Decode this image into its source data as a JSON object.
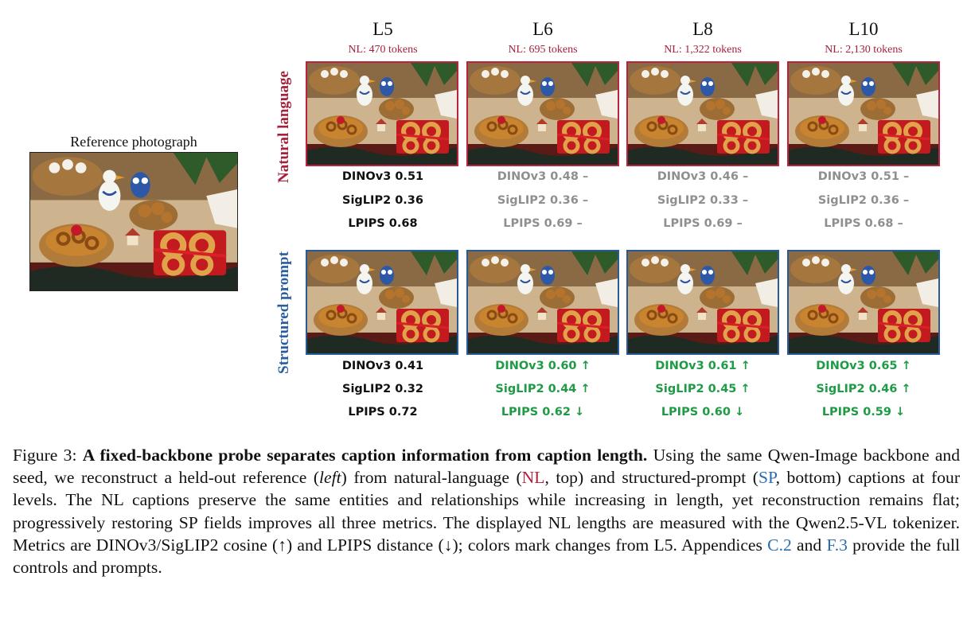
{
  "reference": {
    "caption": "Reference photograph"
  },
  "rows": {
    "nl_label": "Natural language",
    "sp_label": "Structured prompt"
  },
  "levels": [
    {
      "name": "L5",
      "tokens": "NL: 470 tokens",
      "nl": {
        "dino": "DINOv3 0.51",
        "siglip": "SigLIP2 0.36",
        "lpips": "LPIPS 0.68"
      },
      "sp": {
        "dino": "DINOv3 0.41",
        "siglip": "SigLIP2 0.32",
        "lpips": "LPIPS 0.72"
      }
    },
    {
      "name": "L6",
      "tokens": "NL: 695 tokens",
      "nl": {
        "dino": "DINOv3 0.48 –",
        "siglip": "SigLIP2 0.36 –",
        "lpips": "LPIPS 0.69 –"
      },
      "sp": {
        "dino": "DINOv3 0.60 ↑",
        "siglip": "SigLIP2 0.44 ↑",
        "lpips": "LPIPS 0.62 ↓"
      }
    },
    {
      "name": "L8",
      "tokens": "NL: 1,322 tokens",
      "nl": {
        "dino": "DINOv3 0.46 –",
        "siglip": "SigLIP2 0.33 –",
        "lpips": "LPIPS 0.69 –"
      },
      "sp": {
        "dino": "DINOv3 0.61 ↑",
        "siglip": "SigLIP2 0.45 ↑",
        "lpips": "LPIPS 0.60 ↓"
      }
    },
    {
      "name": "L10",
      "tokens": "NL: 2,130 tokens",
      "nl": {
        "dino": "DINOv3 0.51 –",
        "siglip": "SigLIP2 0.36 –",
        "lpips": "LPIPS 0.68 –"
      },
      "sp": {
        "dino": "DINOv3 0.65 ↑",
        "siglip": "SigLIP2 0.46 ↑",
        "lpips": "LPIPS 0.59 ↓"
      }
    }
  ],
  "caption": {
    "label": "Figure 3:",
    "title": "A fixed-backbone probe separates caption information from caption length.",
    "p1": "Using the same Qwen-Image backbone and seed, we reconstruct a held-out reference (",
    "left": "left",
    "p2": ") from natural-language (",
    "nl": "NL",
    "p3": ", top) and structured-prompt (",
    "sp": "SP",
    "p4": ", bottom) captions at four levels. The NL captions preserve the same entities and relationships while increasing in length, yet reconstruction remains flat; progressively restoring SP fields improves all three metrics. The displayed NL lengths are measured with the Qwen2.5-VL tokenizer. Metrics are DINOv3/SigLIP2 cosine (↑) and LPIPS distance (↓); colors mark changes from L5. Appendices ",
    "ref1": "C.2",
    "p5": " and ",
    "ref2": "F.3",
    "p6": " provide the full controls and prompts."
  },
  "colors": {
    "nl": "#b8233e",
    "sp": "#2a5a96",
    "improve": "#1f9a45",
    "flat": "#8f8f8f"
  }
}
